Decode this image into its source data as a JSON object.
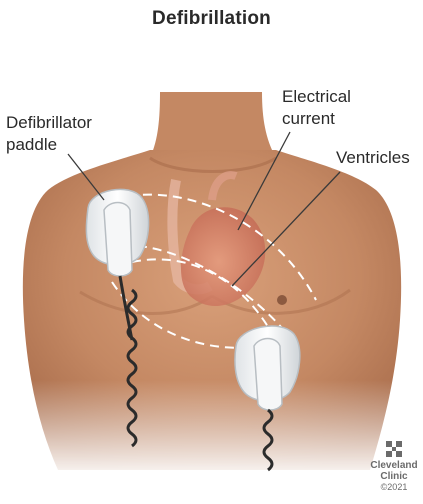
{
  "title": "Defibrillation",
  "labels": {
    "paddle": [
      "Defibrillator",
      "paddle"
    ],
    "current": [
      "Electrical",
      "current"
    ],
    "ventricles": "Ventricles"
  },
  "logo": {
    "line1": "Cleveland",
    "line2": "Clinic",
    "copyright": "©2021"
  },
  "colors": {
    "skin": "#c98f6a",
    "skin_shadow": "#a86c4b",
    "heart": "#d7826a",
    "paddle": "#eef0f2",
    "cord": "#2b2b2b",
    "current": "#ffffff"
  }
}
